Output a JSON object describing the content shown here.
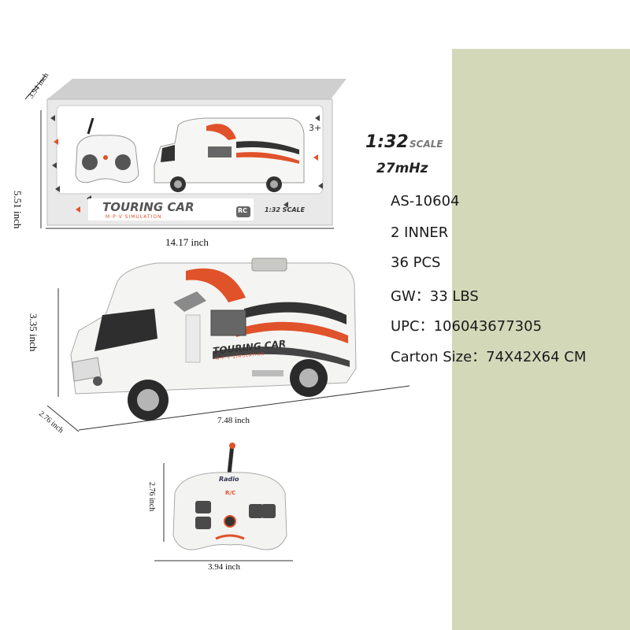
{
  "box": {
    "brand": "TOURING CAR",
    "sub": "M·P·V SIMULATION",
    "rc_badge": "RC",
    "scale": "1:32 SCALE",
    "age": "3+"
  },
  "van": {
    "decal": "TOURING CAR",
    "decal_sub": "M·P·V SIMULATION"
  },
  "remote": {
    "label": "Radio",
    "rc": "R/C"
  },
  "dimensions": {
    "box_depth": "3.94 inch",
    "box_height": "5.51 inch",
    "box_width": "14.17 inch",
    "car_height": "3.35 inch",
    "car_depth": "2.76 inch",
    "car_length": "7.48 inch",
    "remote_height": "2.76 inch",
    "remote_width": "3.94 inch"
  },
  "scale_logo": {
    "ratio": "1:32",
    "word": "SCALE",
    "freq": "27mHz"
  },
  "specs": [
    "AS-10604",
    "2 INNER",
    "36 PCS",
    "GW：33 LBS",
    "UPC：106043677305",
    "Carton Size：74X42X64 CM"
  ],
  "colors": {
    "panel": "#d3d8b9",
    "accent_orange": "#e0522a",
    "body_white": "#f4f4f2"
  }
}
